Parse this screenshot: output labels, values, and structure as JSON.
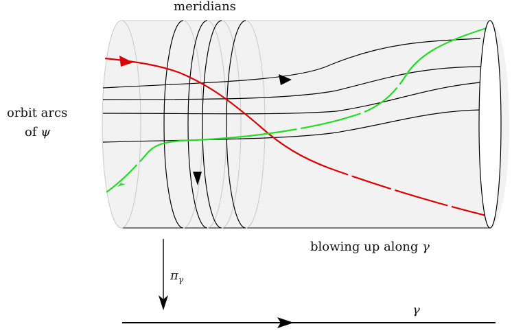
{
  "labels": {
    "meridians": "meridians",
    "orbit_arcs_line1": "orbit arcs",
    "orbit_arcs_line2_prefix": "of",
    "psi": "ψ",
    "blowing_up_prefix": "blowing up along",
    "gamma": "γ",
    "pi": "π",
    "pi_sub": "γ"
  },
  "colors": {
    "red_orbit": "#dd0000",
    "green_orbit": "#22dd22",
    "cylinder_fill": "#f2f2f2",
    "ink": "#000000",
    "faint": "#c8c8c8"
  }
}
